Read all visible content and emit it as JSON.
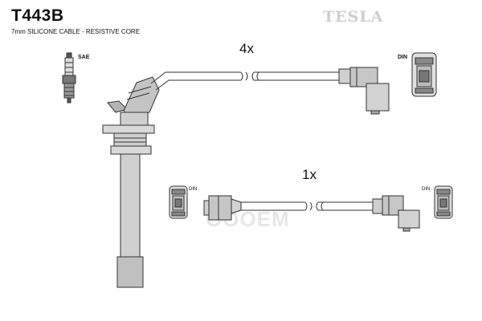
{
  "header": {
    "part_code": "T443B",
    "description": "7mm SILICONE CABLE - RESISTIVE CORE",
    "brand": "TESLA"
  },
  "labels": {
    "sae": "SAE",
    "din_top": "DIN",
    "din_bottom_left": "DIN",
    "din_bottom_right": "DIN"
  },
  "quantities": {
    "upper_lead": "4x",
    "lower_lead": "1x"
  },
  "watermark": "ОООЕМ",
  "colors": {
    "stroke": "#333333",
    "connector_fill": "#cfcfcf",
    "boot_fill": "#a8a8a8"
  }
}
